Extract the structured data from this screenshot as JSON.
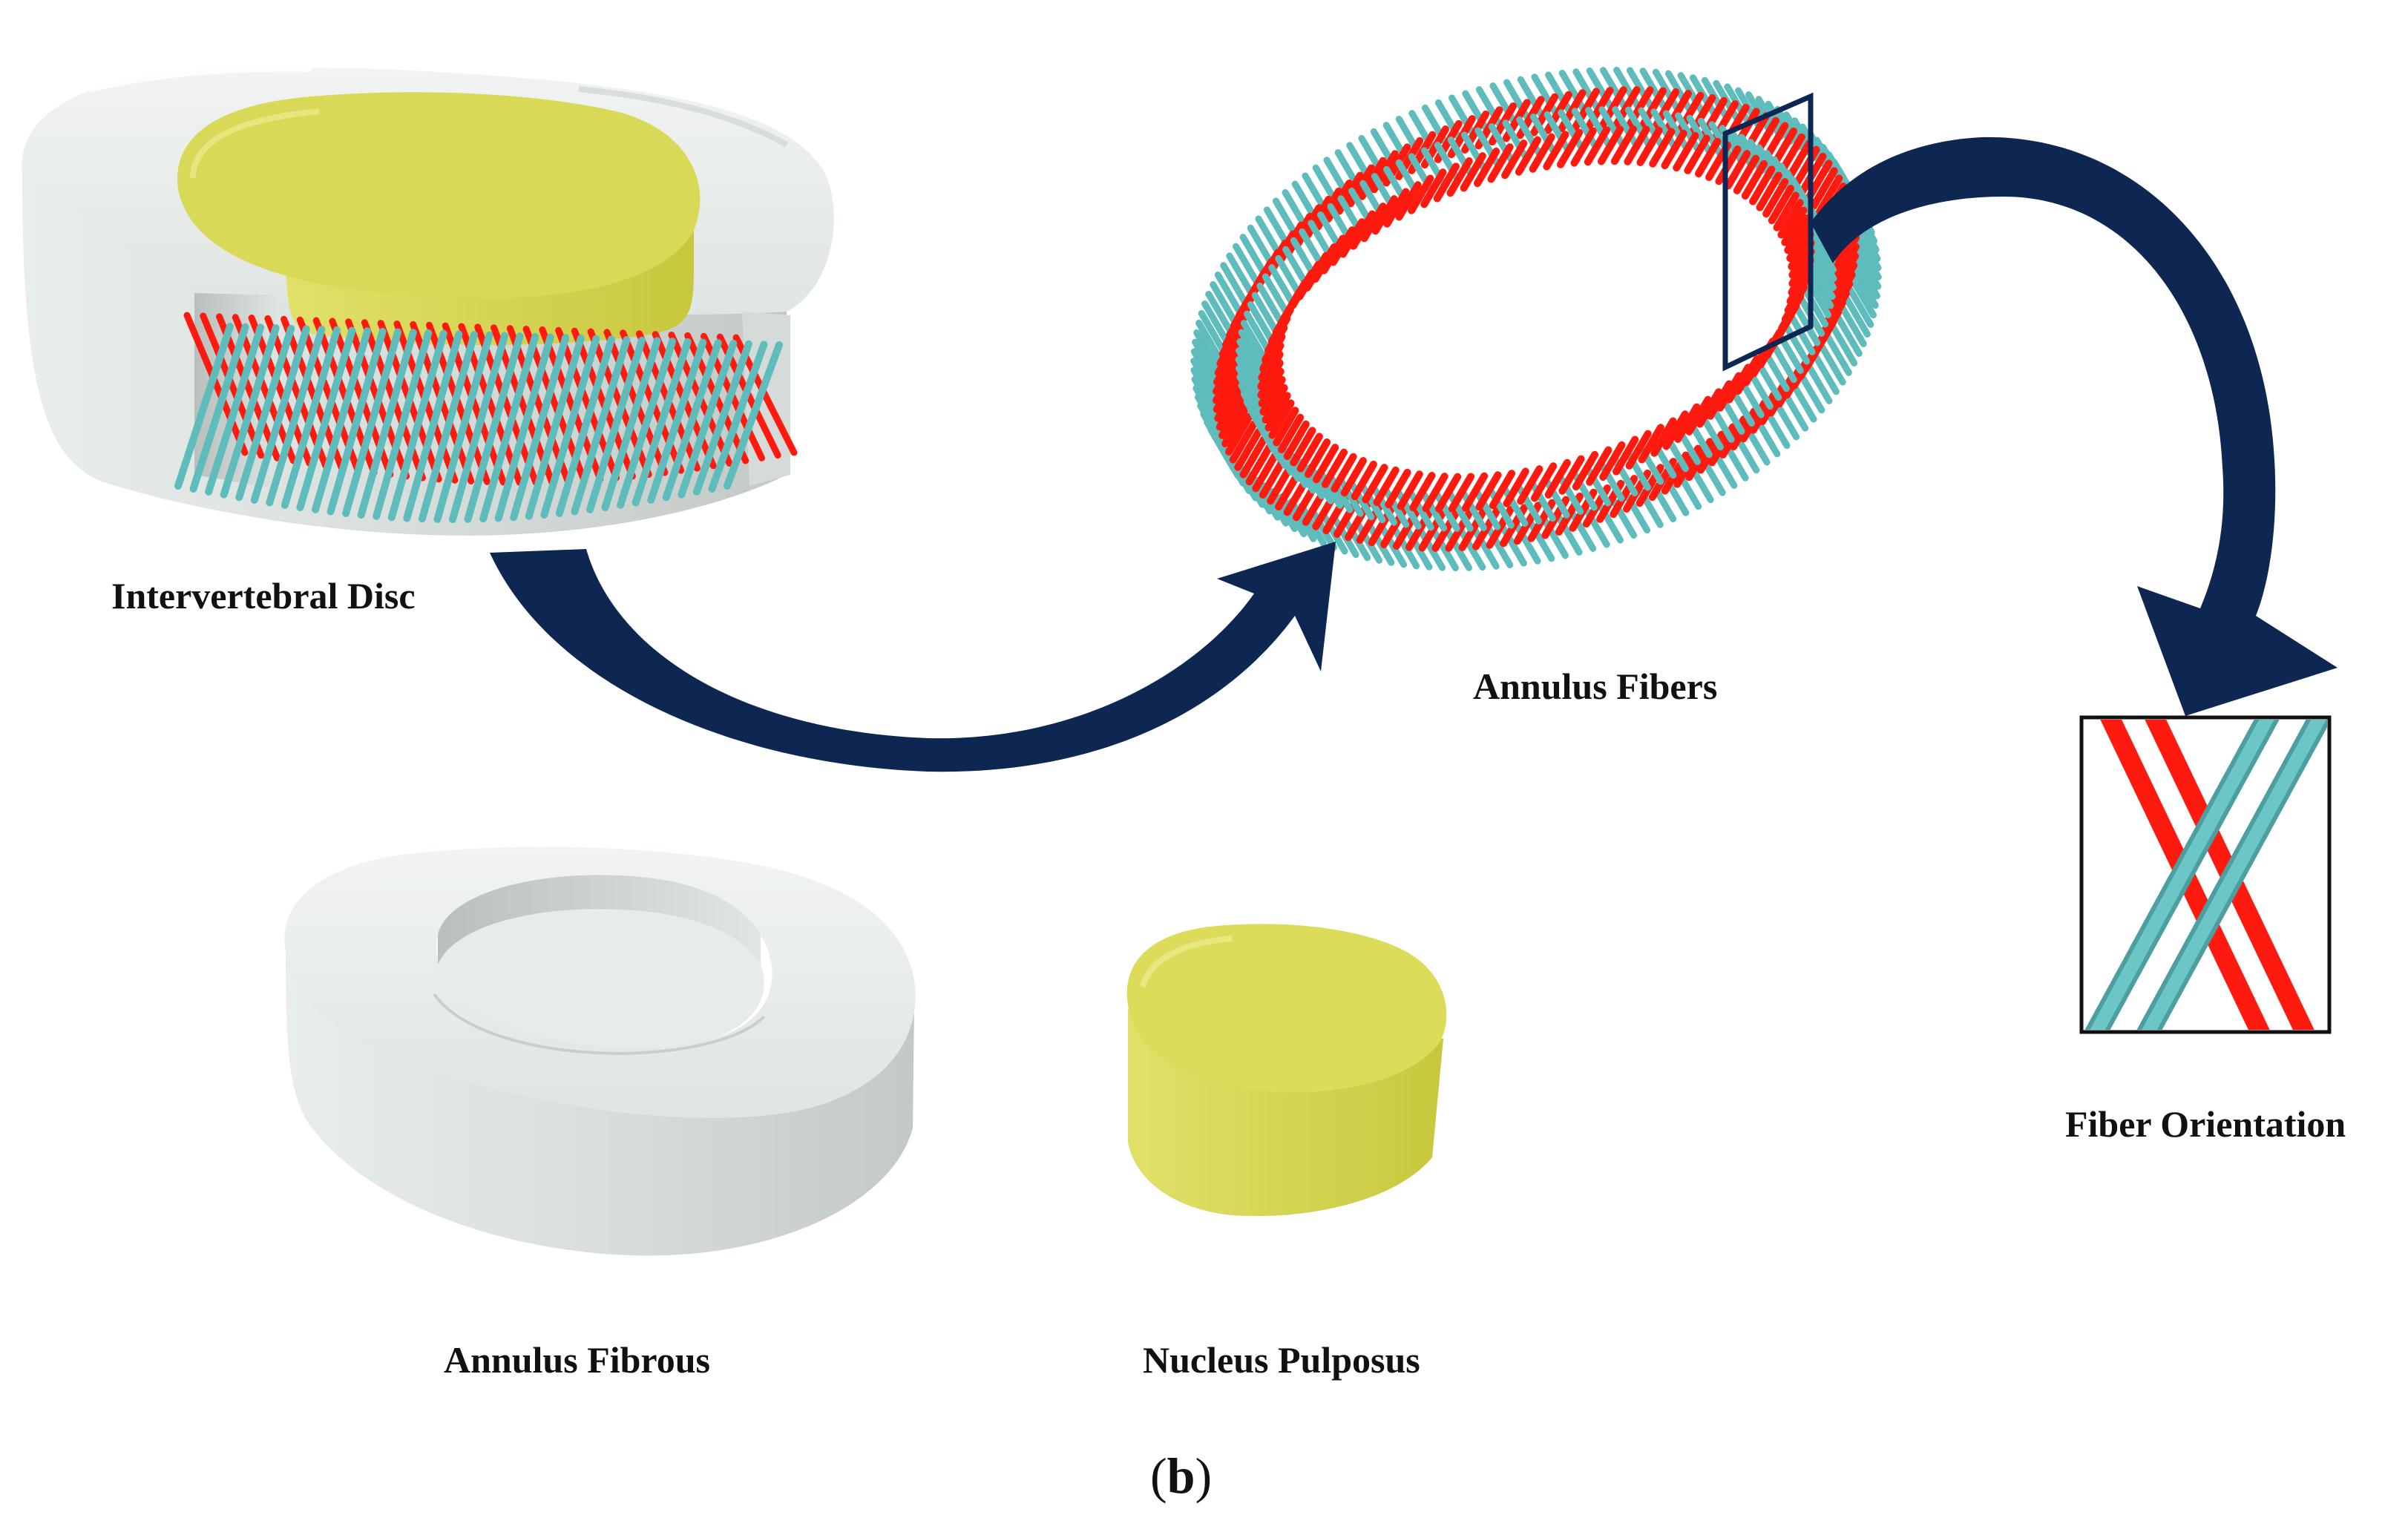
{
  "labels": {
    "intervertebral_disc": "Intervertebral Disc",
    "annulus_fibers": "Annulus Fibers",
    "fiber_orientation": "Fiber Orientation",
    "annulus_fibrous": "Annulus Fibrous",
    "nucleus_pulposus": "Nucleus Pulposus",
    "panel_letter": "b"
  },
  "colors": {
    "annulus": "#e4e9e6",
    "annulus_shade": "#c9cfcb",
    "nucleus": "#dcdc5a",
    "nucleus_shade": "#c4c43c",
    "fiber_red": "#ff1a10",
    "fiber_cyan": "#5fbcbc",
    "arrow": "#0d2752"
  },
  "icons": [
    "curved-arrow-icon",
    "selection-box-icon"
  ]
}
